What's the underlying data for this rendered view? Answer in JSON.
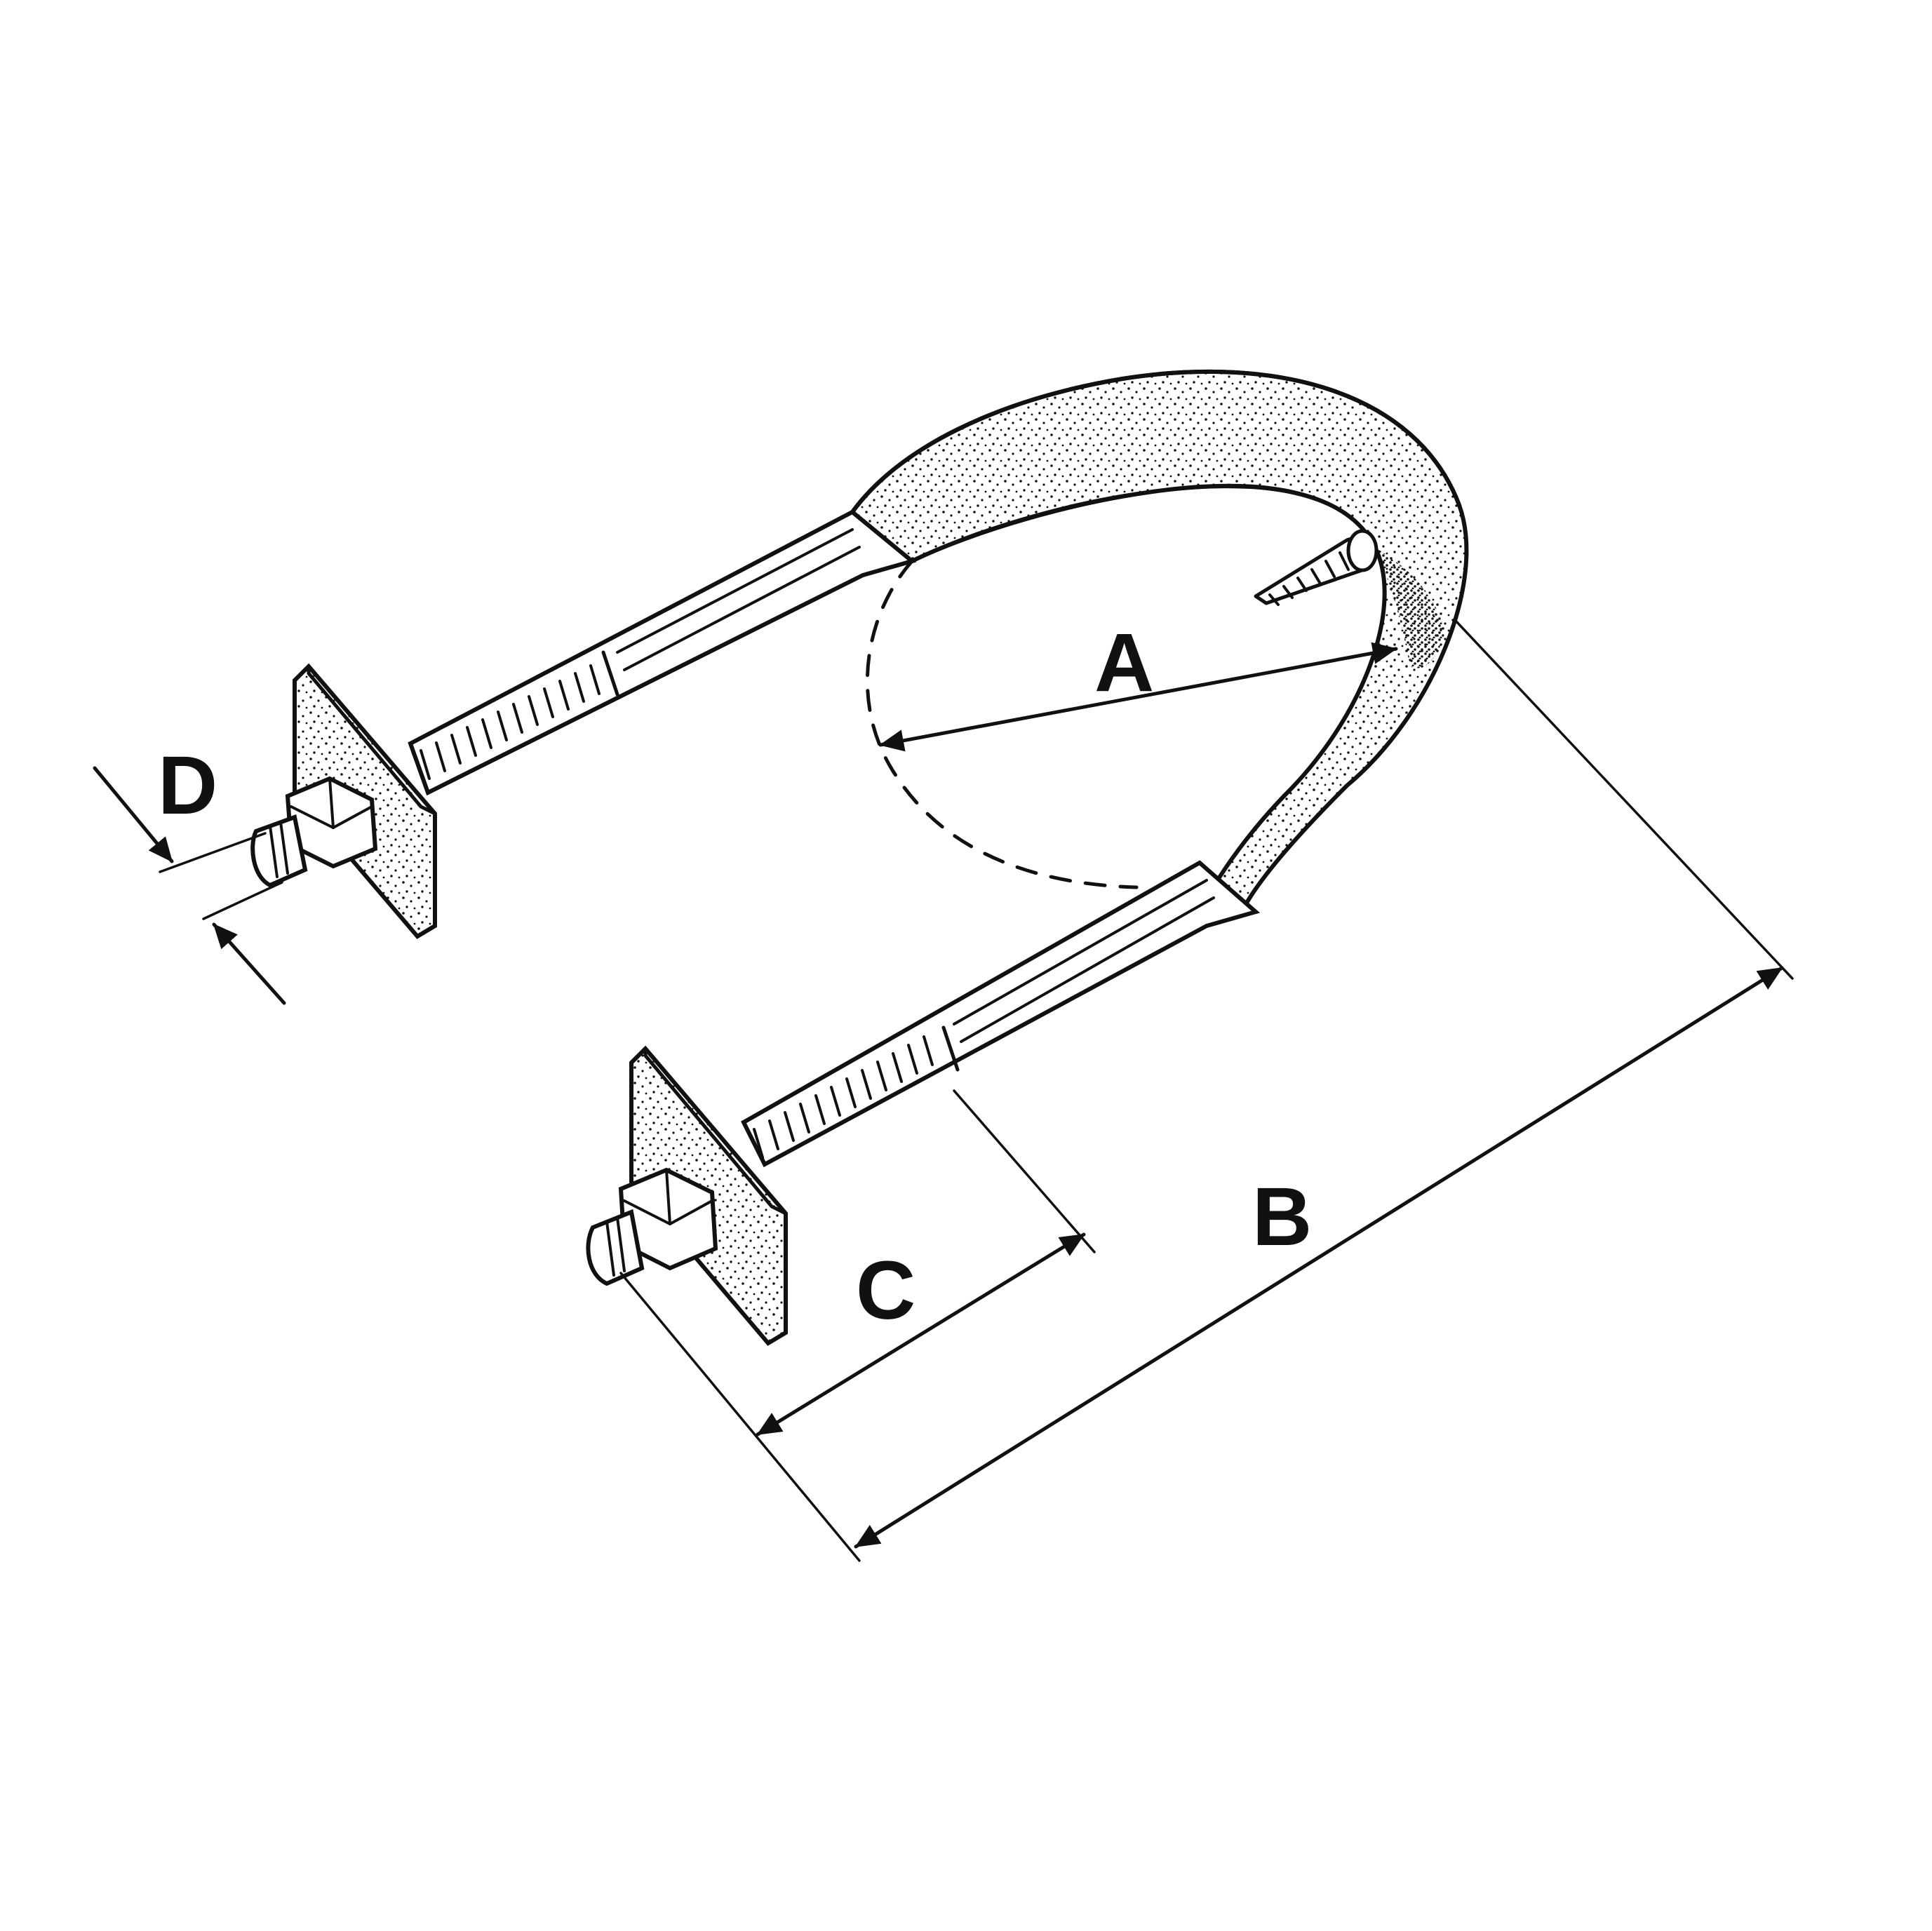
{
  "diagram": {
    "labels": {
      "a": "A",
      "b": "B",
      "c": "C",
      "d": "D"
    },
    "colors": {
      "ink": "#111111",
      "paper": "#ffffff",
      "stipple": "#111111"
    }
  }
}
